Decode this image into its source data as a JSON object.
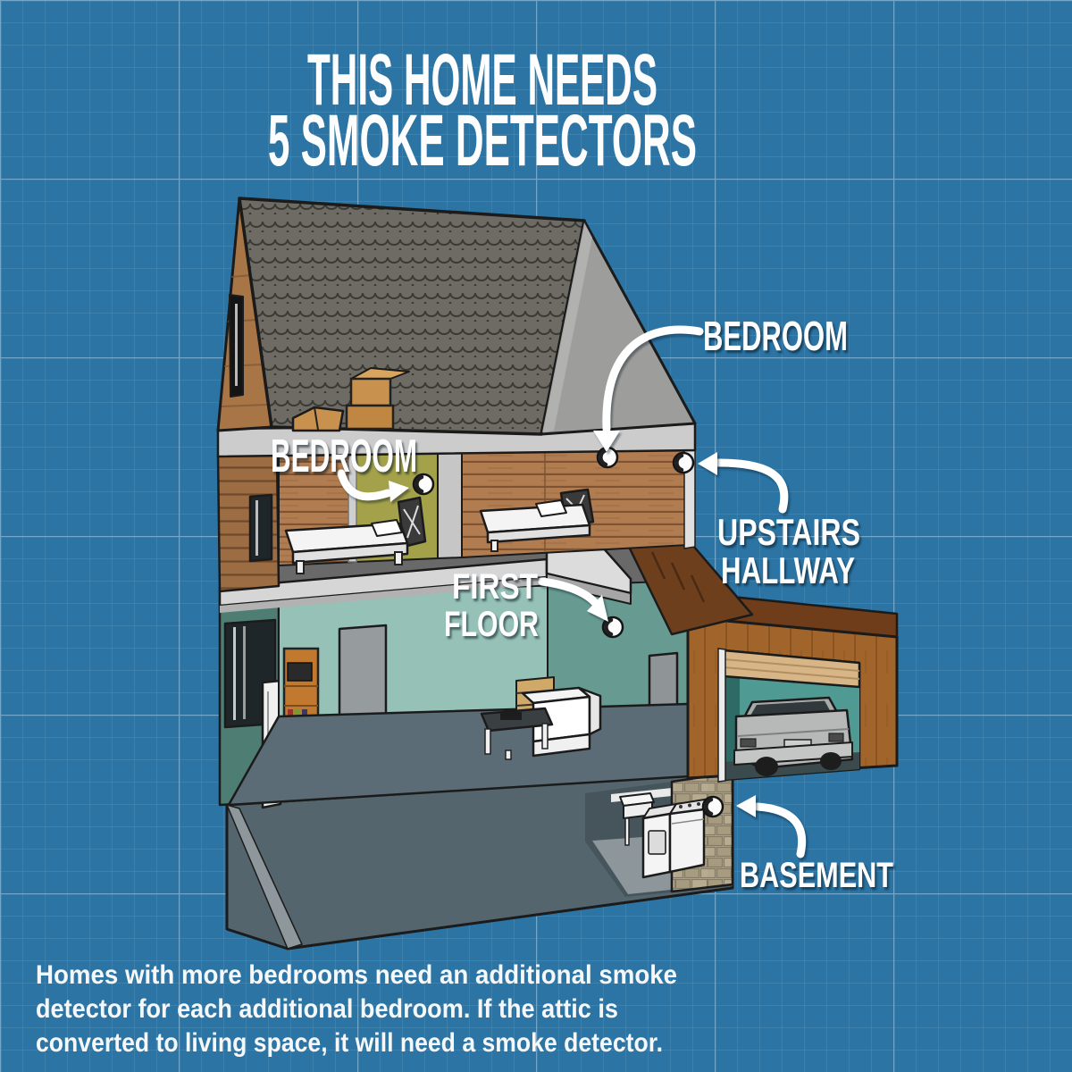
{
  "title": {
    "line1": "THIS HOME NEEDS",
    "line2": "5 SMOKE DETECTORS"
  },
  "labels": {
    "bedroom_upper_right": "BEDROOM",
    "bedroom_upper_left": "BEDROOM",
    "upstairs_hallway_line1": "UPSTAIRS",
    "upstairs_hallway_line2": "HALLWAY",
    "first_floor_line1": "FIRST",
    "first_floor_line2": "FLOOR",
    "basement": "BASEMENT"
  },
  "footer": {
    "lines": [
      "Homes with more bedrooms need an additional smoke",
      "detector for each additional bedroom. If the attic is",
      "converted to living space, it will need a smoke detector."
    ]
  },
  "diagram": {
    "type": "cutaway-house-blueprint",
    "smoke_detector_count": 5,
    "smoke_detector_locations": [
      "Bedroom (left)",
      "Bedroom (right)",
      "Upstairs hallway",
      "First floor",
      "Basement"
    ]
  },
  "icons": {
    "smoke_detector": "white-disc-with-dark-crescent"
  },
  "colors": {
    "background": "#2b74a4",
    "grid_major": "#bcdcf0",
    "text": "#ffffff",
    "roof_shingle": "#6d6b64",
    "gable_gray": "#9d9d9b",
    "wood_siding": "#b07c50",
    "bedroom_accent_wall": "#a3a14a",
    "first_floor_wall": "#8fbdb2",
    "basement_wall": "#55656d",
    "garage_wood": "#a1642a"
  }
}
